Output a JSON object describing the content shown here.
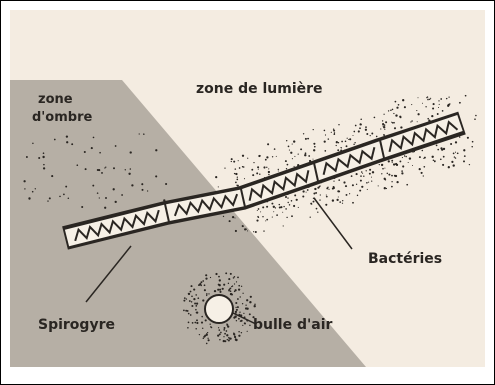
{
  "labels": {
    "light_zone": "zone de lumière",
    "shadow_zone_line1": "zone",
    "shadow_zone_line2": "d'ombre",
    "bacteria": "Bactéries",
    "spirogyra": "Spirogyre",
    "air_bubble": "bulle d'air"
  },
  "colors": {
    "paper": "#f4ece1",
    "shadow": "#b6afa5",
    "ink": "#2a2622",
    "filament": "#f6f0e6"
  }
}
